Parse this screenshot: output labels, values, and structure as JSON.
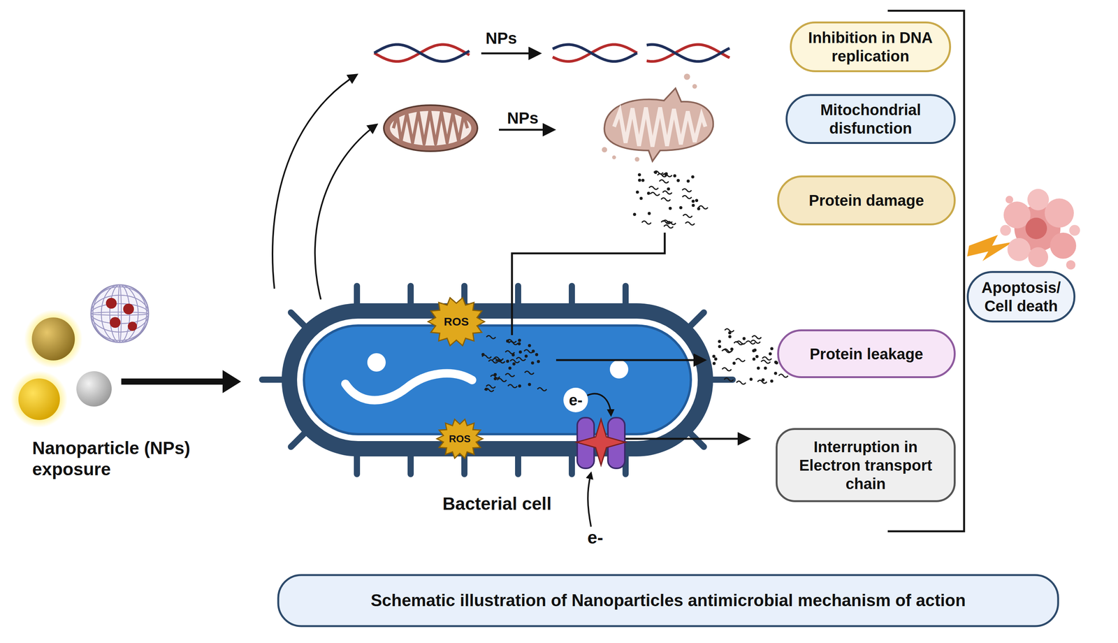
{
  "diagram": {
    "caption": "Schematic illustration of Nanoparticles antimicrobial mechanism of action",
    "nodes": [
      {
        "text": [
          "Inhibition in DNA replication"
        ]
      },
      {
        "text": [
          "Mitochondrial disfunction"
        ]
      },
      {
        "text": [
          "Protein damage"
        ]
      },
      {
        "text": [
          "Apoptosis/ Cell death"
        ]
      },
      {
        "text": [
          "Protein leakage"
        ]
      },
      {
        "text": [
          "Interruption in Electron transport chain"
        ]
      }
    ],
    "labels": [
      "NPs",
      "NPs",
      "ROS",
      "e-",
      "ROS",
      "Nanoparticle (NPs) exposure",
      "Bacterial cell",
      "e-"
    ]
  }
}
